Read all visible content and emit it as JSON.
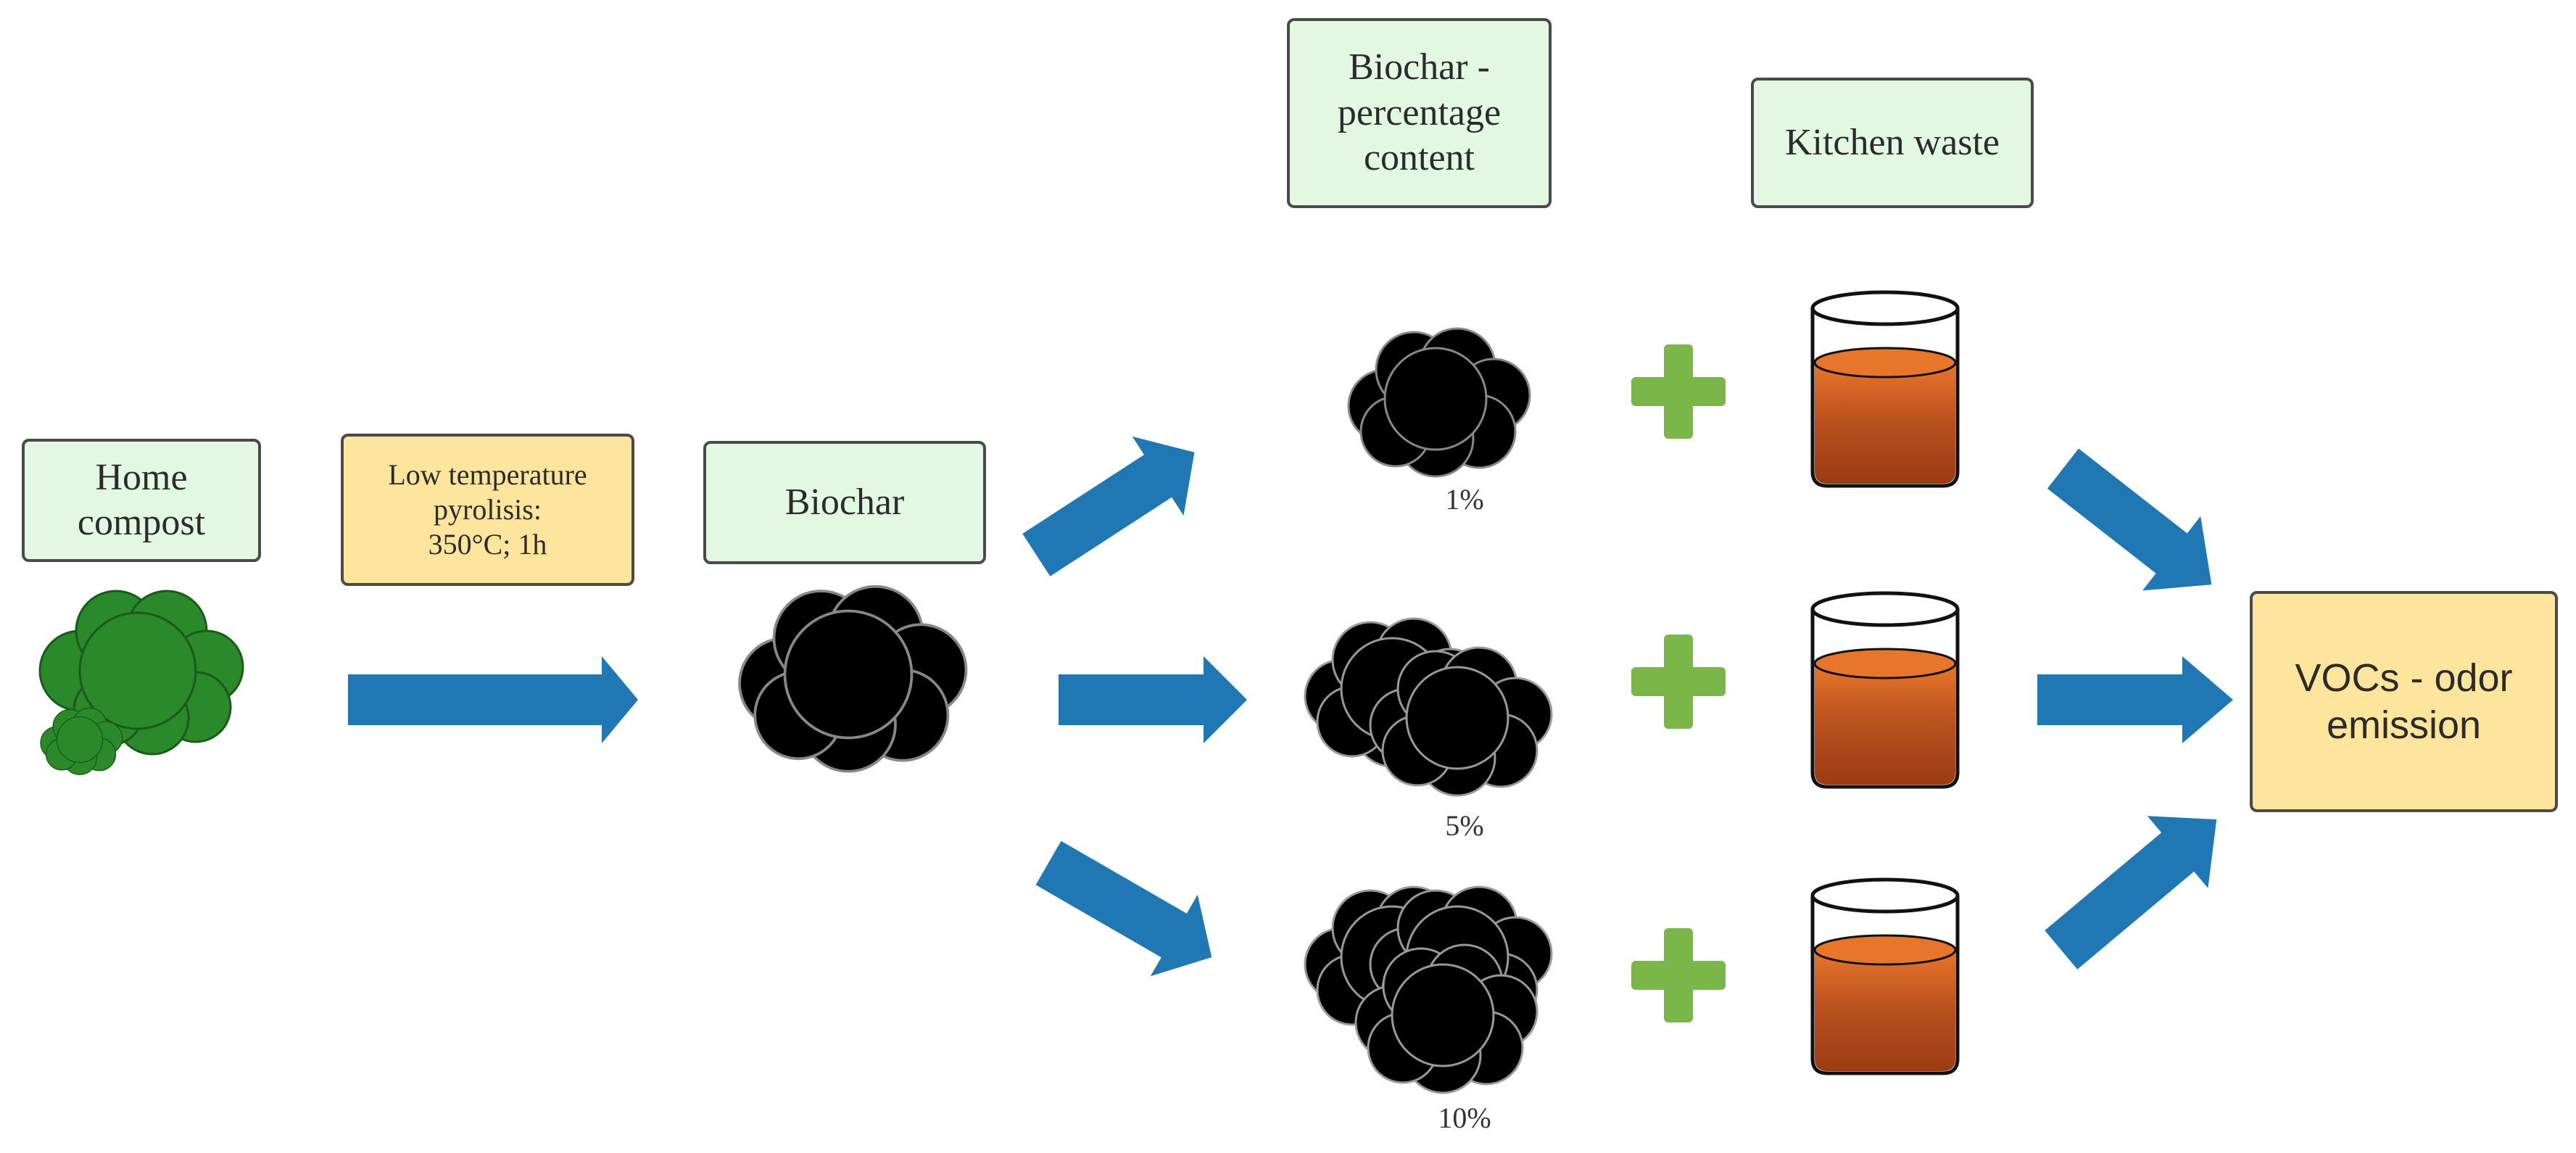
{
  "labels": {
    "home_compost": "Home\ncompost",
    "pyrolysis": "Low temperature\npyrolisis:\n350°C; 1h",
    "biochar": "Biochar",
    "biochar_percentage": "Biochar -\npercentage\ncontent",
    "kitchen_waste": "Kitchen waste",
    "voc_output": "VOCs - odor\nemission"
  },
  "percentages": [
    "1%",
    "5%",
    "10%"
  ],
  "colors": {
    "arrow": "#1f77b4",
    "plus": "#7ab648",
    "compost": "#2a8a2a",
    "biochar": "#000000",
    "liquid": "#c0501a",
    "box_green": "#e3f8e3",
    "box_yellow": "#fde59b"
  },
  "icons": [
    "compost-cloud-icon",
    "biochar-cloud-icon",
    "plus-icon",
    "beaker-icon",
    "arrow-icon"
  ]
}
